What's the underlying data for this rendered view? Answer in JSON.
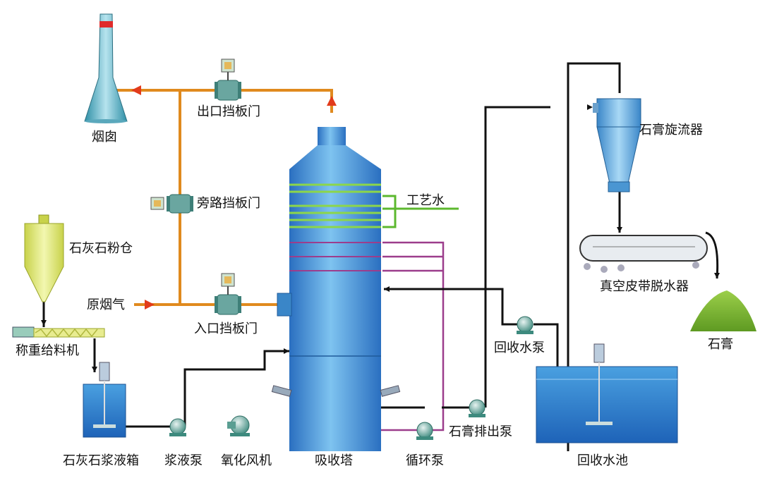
{
  "labels": {
    "chimney": "烟囱",
    "outlet_damper": "出口挡板门",
    "bypass_damper": "旁路挡板门",
    "raw_flue_gas": "原烟气",
    "inlet_damper": "入口挡板门",
    "limestone_silo": "石灰石粉仓",
    "weigh_feeder": "称重给料机",
    "slurry_tank": "石灰石浆液箱",
    "slurry_pump": "浆液泵",
    "oxidation_fan": "氧化风机",
    "absorber": "吸收塔",
    "circulation_pump": "循环泵",
    "gypsum_pump": "石膏排出泵",
    "recovery_pump": "回收水泵",
    "recovery_pool": "回收水池",
    "process_water": "工艺水",
    "hydrocyclone": "石膏旋流器",
    "vacuum_belt": "真空皮带脱水器",
    "gypsum": "石膏"
  },
  "colors": {
    "flue_gas_pipe": "#e08a1e",
    "flow_arrow": "#e23b1b",
    "process_water_pipe": "#5cb82e",
    "circulation_pipe": "#9c3d8c",
    "slurry_pipe": "#111111",
    "vessel_blue": "#2f7fd0",
    "silo_yellow": "#d8e46a",
    "gypsum_green": "#7fb832"
  }
}
